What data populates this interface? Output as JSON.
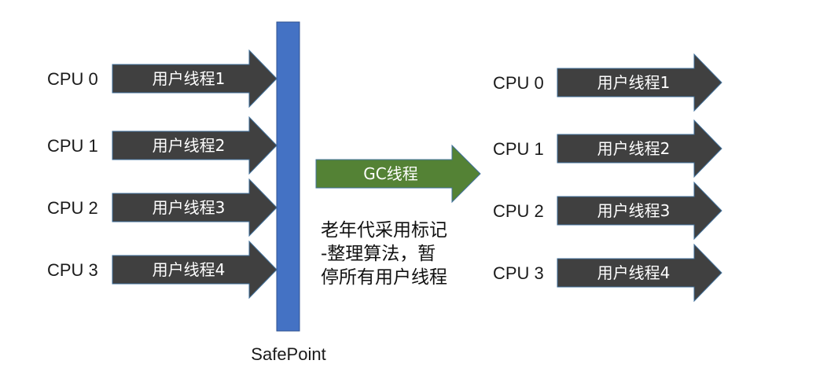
{
  "colors": {
    "thread_arrow_fill": "#404040",
    "thread_arrow_stroke": "#41719c",
    "safepoint_bar": "#4472c4",
    "safepoint_stroke": "#2f528f",
    "gc_arrow_fill": "#548235",
    "gc_arrow_stroke": "#41719c",
    "text": "#1a1a1a",
    "arrow_text": "#ffffff"
  },
  "left_group": {
    "rows": [
      {
        "cpu": "CPU 0",
        "thread": "用户线程1"
      },
      {
        "cpu": "CPU 1",
        "thread": "用户线程2"
      },
      {
        "cpu": "CPU 2",
        "thread": "用户线程3"
      },
      {
        "cpu": "CPU 3",
        "thread": "用户线程4"
      }
    ]
  },
  "safepoint": {
    "label": "SafePoint"
  },
  "gc": {
    "label": "GC线程",
    "note_lines": [
      "老年代采用标记",
      "-整理算法，暂",
      "停所有用户线程"
    ]
  },
  "right_group": {
    "rows": [
      {
        "cpu": "CPU 0",
        "thread": "用户线程1"
      },
      {
        "cpu": "CPU 1",
        "thread": "用户线程2"
      },
      {
        "cpu": "CPU 2",
        "thread": "用户线程3"
      },
      {
        "cpu": "CPU 3",
        "thread": "用户线程4"
      }
    ]
  }
}
